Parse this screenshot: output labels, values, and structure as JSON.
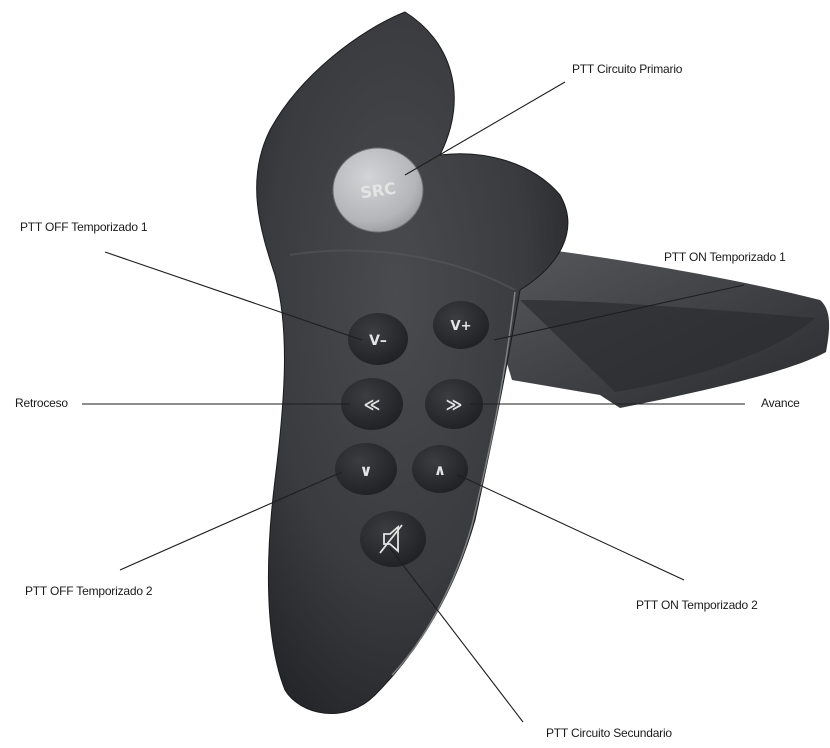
{
  "device": {
    "buttons": {
      "src": "SRC",
      "v_minus": "V–",
      "v_plus": "V+",
      "rewind": "≪",
      "forward": "≫",
      "down": "∨",
      "up": "∧"
    },
    "mute_icon": "speaker-mute-icon",
    "colors": {
      "body": "#3a3b3e",
      "button": "#2b2c2f",
      "src_button": "#b9bbbe"
    }
  },
  "callouts": {
    "ptt_primario": "PTT Circuito Primario",
    "ptt_off_1": "PTT OFF Temporizado 1",
    "ptt_on_1": "PTT ON Temporizado 1",
    "retroceso": "Retroceso",
    "avance": "Avance",
    "ptt_off_2": "PTT OFF Temporizado 2",
    "ptt_on_2": "PTT ON Temporizado 2",
    "ptt_secundario": "PTT Circuito Secundario"
  }
}
